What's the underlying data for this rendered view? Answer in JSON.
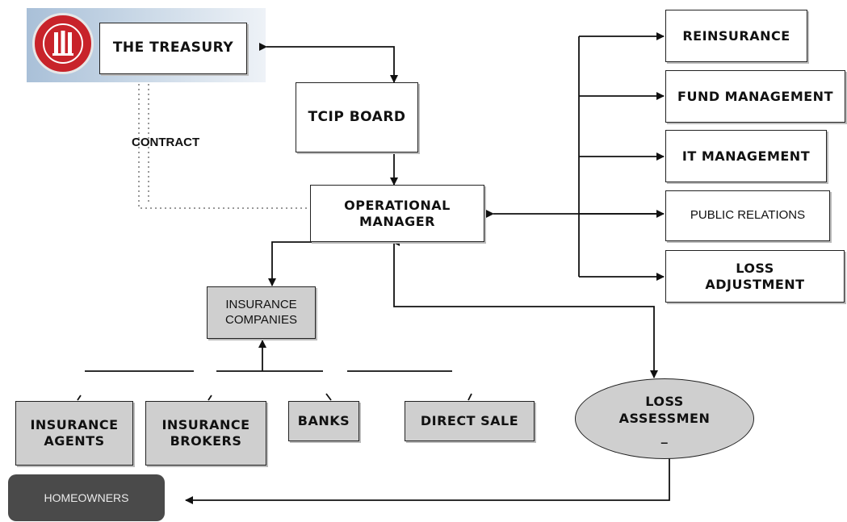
{
  "nodes": {
    "treasury": "THE TREASURY",
    "tcip_board": "TCIP BOARD",
    "operational_manager": "OPERATIONAL\nMANAGER",
    "reinsurance": "REINSURANCE",
    "fund_management": "FUND MANAGEMENT",
    "it_management": "IT MANAGEMENT",
    "public_relations": "PUBLIC RELATIONS",
    "loss_adjustment": "LOSS\nADJUSTMENT",
    "insurance_companies": "INSURANCE\nCOMPANIES",
    "insurance_agents": "INSURANCE\nAGENTS",
    "insurance_brokers": "INSURANCE\nBROKERS",
    "banks": "BANKS",
    "direct_sale": "DIRECT SALE",
    "loss_assessment": "LOSS\nASSESSMEN\n_",
    "homeowners": "HOMEOWNERS"
  },
  "edge_labels": {
    "contract": "CONTRACT"
  },
  "colors": {
    "logo_red": "#c8232a",
    "gray_fill": "#cfcfcf",
    "dark_fill": "#4a4a4a"
  },
  "icons": {
    "logo": "treasury-seal-icon"
  }
}
